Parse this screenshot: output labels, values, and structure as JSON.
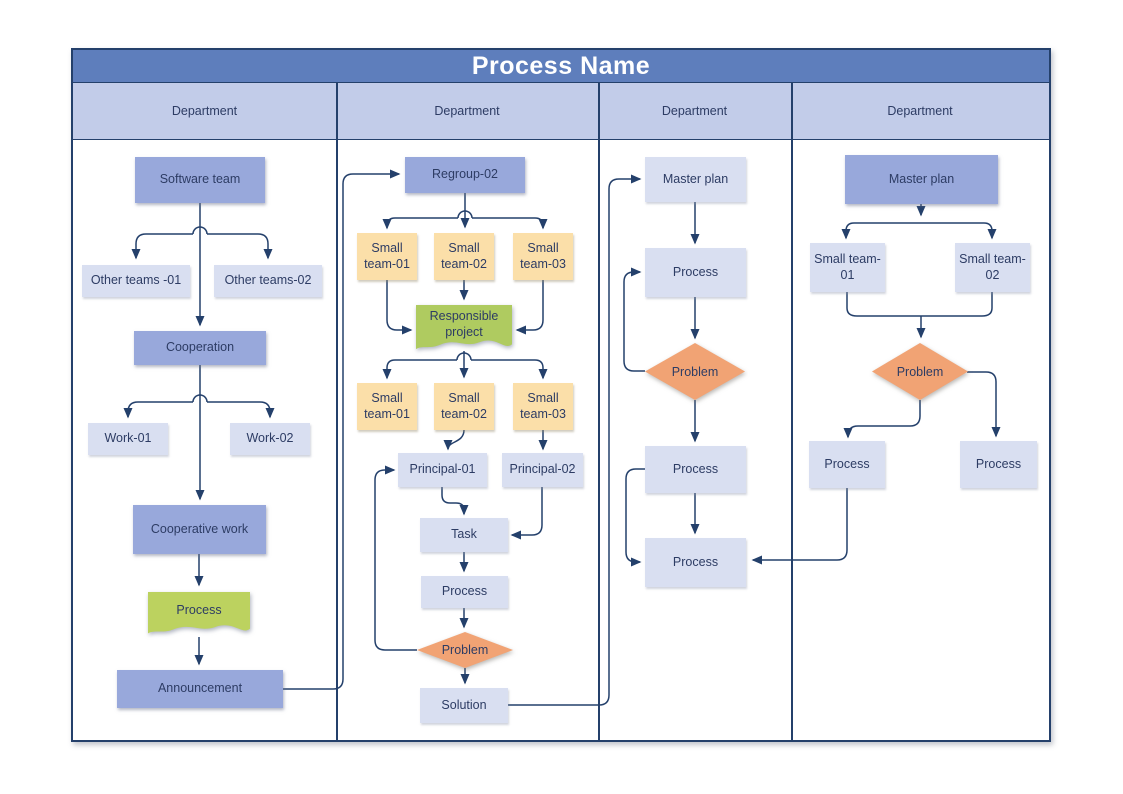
{
  "title": "Process Name",
  "header": {
    "columns": [
      "Department",
      "Department",
      "Department",
      "Department"
    ]
  },
  "palette": {
    "title_bar": "#5E7EBC",
    "header_bg": "#C2CCE9",
    "line": "#24406B",
    "text": "#2D3C64",
    "box_blue": "#98A8DB",
    "box_light": "#D9DFF1",
    "box_orange": "#FBDFA9",
    "diamond_orange": "#F1A374",
    "doc_green_lane1": "#BCD25F",
    "doc_green_lane2": "#AFCB60"
  },
  "lanes": [
    {
      "nodes": {
        "software_team": "Software team",
        "other_teams_01": "Other teams -01",
        "other_teams_02": "Other teams-02",
        "cooperation": "Cooperation",
        "work_01": "Work-01",
        "work_02": "Work-02",
        "cooperative_work": "Cooperative work",
        "process": "Process",
        "announcement": "Announcement"
      }
    },
    {
      "nodes": {
        "regroup_02": "Regroup-02",
        "small_team_r1_01": "Small team-01",
        "small_team_r1_02": "Small team-02",
        "small_team_r1_03": "Small team-03",
        "responsible_project": "Responsible project",
        "small_team_r2_01": "Small team-01",
        "small_team_r2_02": "Small team-02",
        "small_team_r2_03": "Small team-03",
        "principal_01": "Principal-01",
        "principal_02": "Principal-02",
        "task": "Task",
        "process": "Process",
        "problem": "Problem",
        "solution": "Solution"
      }
    },
    {
      "nodes": {
        "master_plan": "Master plan",
        "process_1": "Process",
        "problem": "Problem",
        "process_2": "Process",
        "process_3": "Process"
      }
    },
    {
      "nodes": {
        "master_plan": "Master plan",
        "small_team_01": "Small team-01",
        "small_team_02": "Small team-02",
        "problem": "Problem",
        "process_left": "Process",
        "process_right": "Process"
      }
    }
  ]
}
